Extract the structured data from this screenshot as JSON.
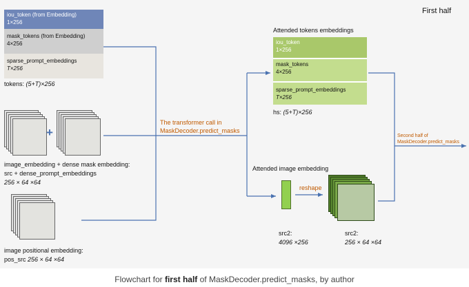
{
  "header": {
    "title": "First half"
  },
  "tokens_stack": {
    "rows": [
      {
        "name": "iou_token (from Embedding)",
        "shape": "1×256",
        "color": "#6f86b8"
      },
      {
        "name": "mask_tokens (from Embedding)",
        "shape": "4×256",
        "color": "#cfcfcf"
      },
      {
        "name": "sparse_prompt_embeddings",
        "shape": "T×256",
        "color": "#e8e5df"
      }
    ],
    "caption_prefix": "tokens: ",
    "caption_shape": "(5+T)×256"
  },
  "image_embedding": {
    "plus": "+",
    "line1": "image_embedding + dense mask embedding:",
    "line2": "src + dense_prompt_embeddings",
    "shape": "256 × 64 ×64"
  },
  "positional_embedding": {
    "line1": "image positional embedding:",
    "line2_prefix": "pos_src ",
    "shape": "256 × 64 ×64"
  },
  "transformer": {
    "line1": "The transformer call  in",
    "line2": "MaskDecoder.predict_masks"
  },
  "attended_tokens": {
    "title": "Attended tokens embeddings",
    "rows": [
      {
        "name": "iou_token",
        "shape": "1×256"
      },
      {
        "name": "mask_tokens",
        "shape": "4×256"
      },
      {
        "name": "sparse_prompt_embeddings",
        "shape": "T×256"
      }
    ],
    "color": "#9bbb59",
    "caption_prefix": "hs: ",
    "caption_shape": "(5+T)×256"
  },
  "attended_image": {
    "title": "Attended image embedding",
    "reshape_label": "reshape",
    "src2_vec_label": "src2:",
    "src2_vec_shape": "4096 ×256",
    "src2_img_label": "src2:",
    "src2_img_shape": "256 × 64 ×64",
    "color": "#92d050"
  },
  "output": {
    "line1": "Second half of",
    "line2": "MaskDecoder.predict_masks"
  },
  "colors": {
    "arrow": "#4a72b0",
    "orange_text": "#c05a00",
    "stack_green_dark": "#2e4a1a"
  },
  "figure_caption": {
    "prefix": "Flowchart for ",
    "bold": "first half",
    "suffix": " of MaskDecoder.predict_masks, by author"
  }
}
